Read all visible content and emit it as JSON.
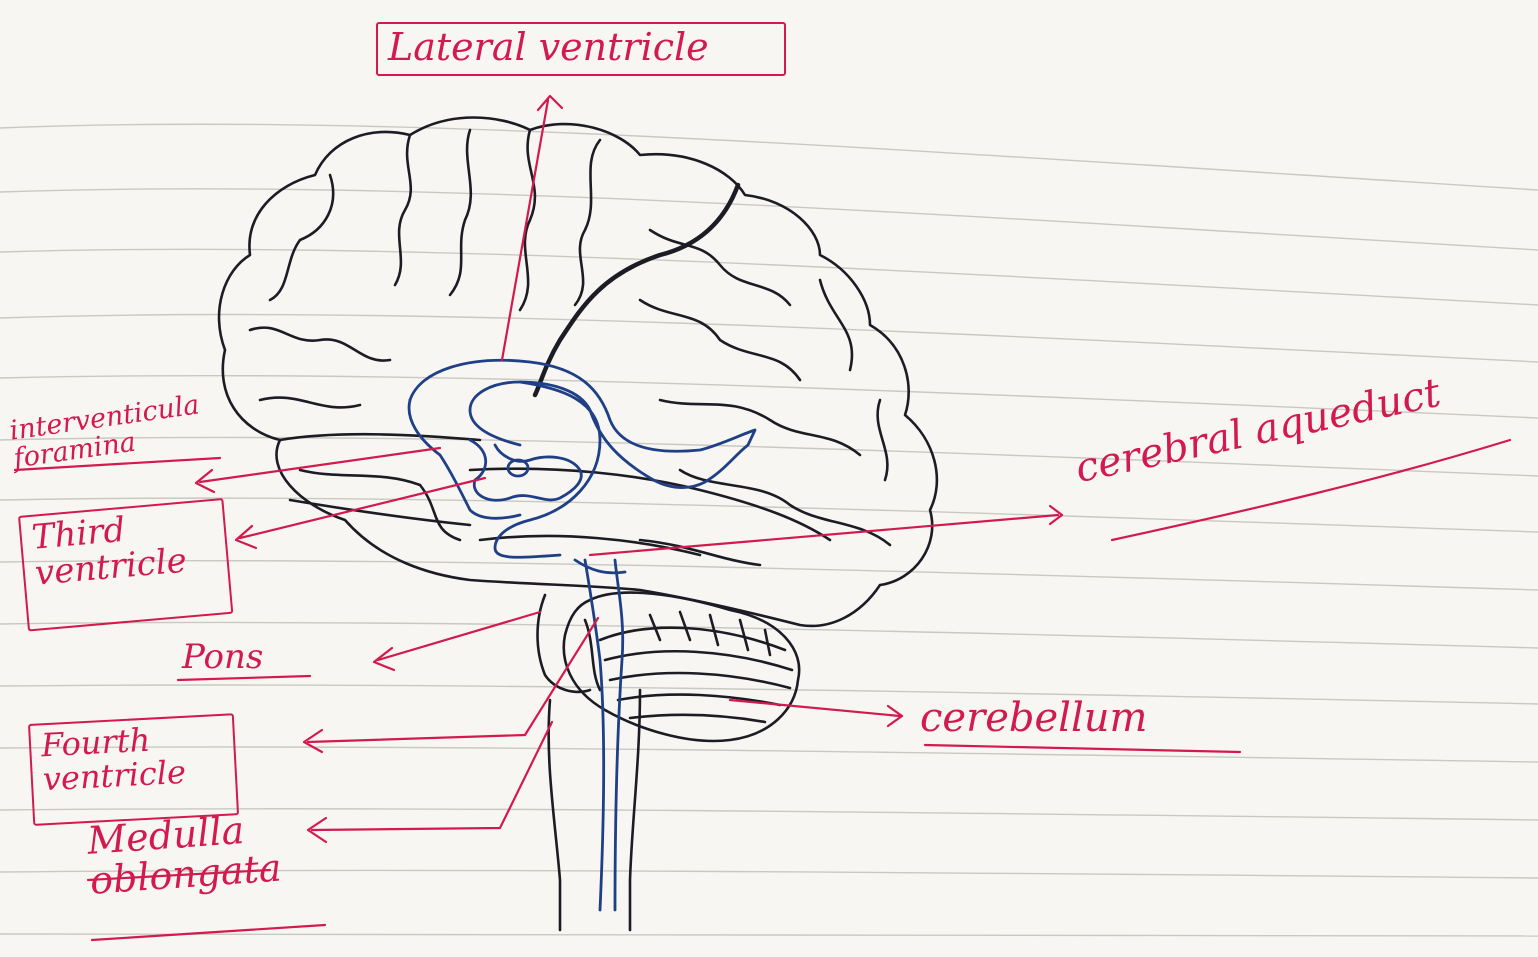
{
  "colors": {
    "paper": "#f7f6f2",
    "rule_line": "#c9c8c2",
    "margin_line": "#d7aeb6",
    "ink_black": "#1c1c24",
    "ink_blue": "#1f3f86",
    "ink_red": "#d21a4e"
  },
  "labels": {
    "lateral_ventricle": "Lateral ventricle",
    "interventricular_foramina_line1": "interventicula",
    "interventricular_foramina_line2": "foramina",
    "third_ventricle_line1": "Third",
    "third_ventricle_line2": "ventricle",
    "cerebral_aqueduct": "cerebral aqueduct",
    "pons": "Pons",
    "cerebellum": "cerebellum",
    "fourth_ventricle_line1": "Fourth",
    "fourth_ventricle_line2": "ventricle",
    "medulla_line1": "Medulla",
    "medulla_line2": "oblongata"
  }
}
